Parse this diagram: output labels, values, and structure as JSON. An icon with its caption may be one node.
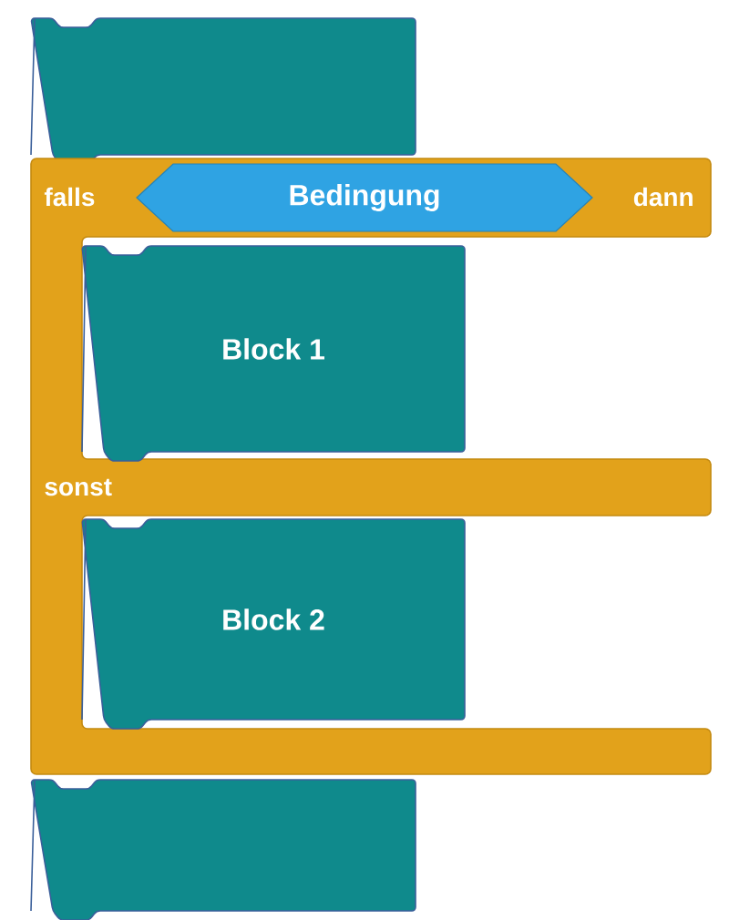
{
  "diagram": {
    "nodes": [
      {
        "text": [],
        "shape": "box"
      },
      {
        "text": [
          "falls",
          "dann",
          "sonst"
        ]
      },
      {
        "text": [
          "Bedingung"
        ],
        "in": 1
      },
      {
        "text": [
          "Block 1"
        ],
        "in": 1
      },
      {
        "text": [
          "Block 2"
        ],
        "in": 1
      },
      {
        "text": [],
        "shape": "box"
      }
    ]
  }
}
